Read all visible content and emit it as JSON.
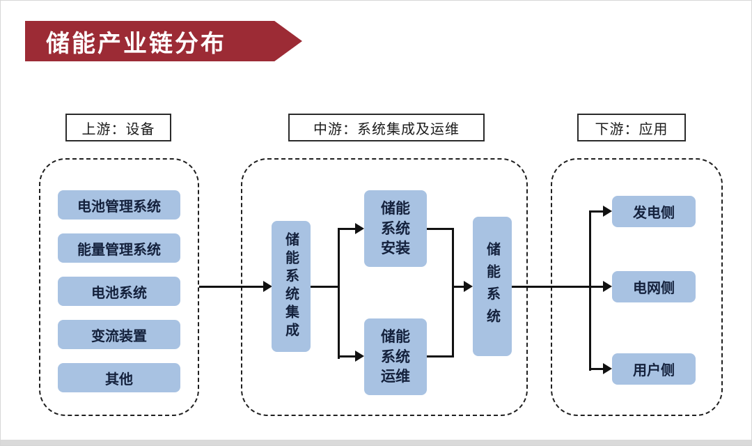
{
  "title": "储能产业链分布",
  "sections": {
    "upstream": {
      "header": "上游：设备",
      "items": [
        "电池管理系统",
        "能量管理系统",
        "电池系统",
        "变流装置",
        "其他"
      ]
    },
    "midstream": {
      "header": "中游：系统集成及运维",
      "integration": "储能系统集成",
      "install": "储能系统安装",
      "maintain": "储能系统运维",
      "system": "储能系统"
    },
    "downstream": {
      "header": "下游：应用",
      "items": [
        "发电侧",
        "电网侧",
        "用户侧"
      ]
    }
  },
  "colors": {
    "banner": "#9c2b35",
    "box_blue": "#a8c2e2",
    "line_black": "#111111",
    "text_dark": "#14213c"
  }
}
